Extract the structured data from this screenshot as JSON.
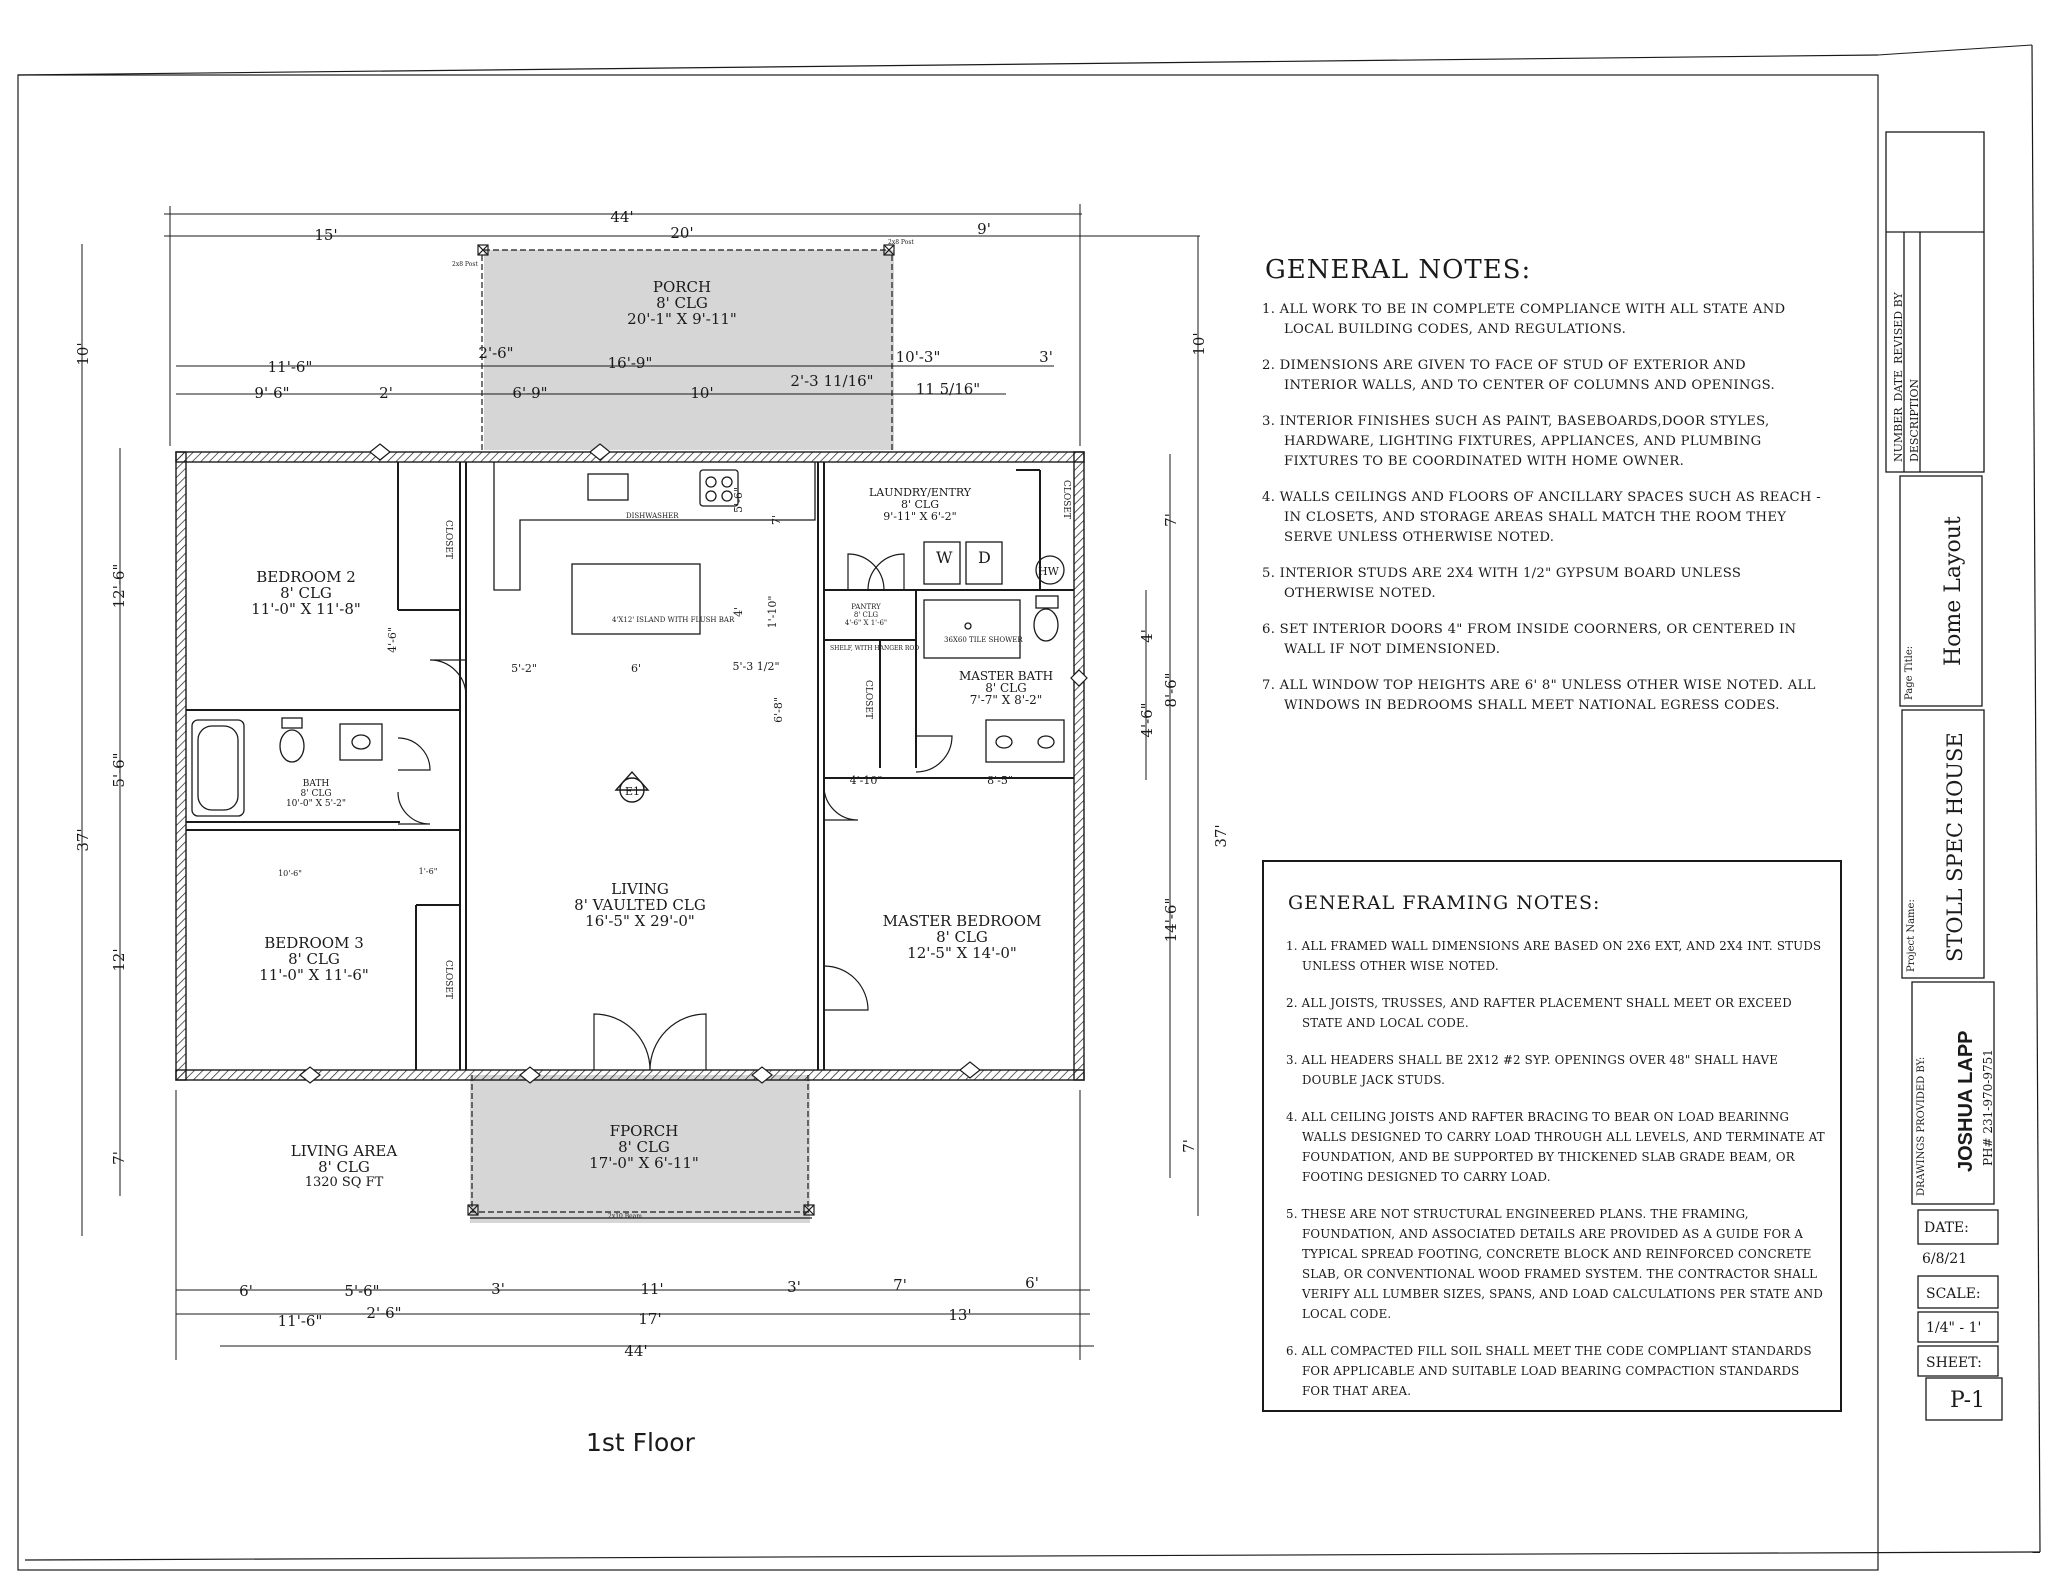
{
  "title_block": {
    "revision_headers": [
      "NUMBER",
      "DATE",
      "REVISED BY",
      "DESCRIPTION"
    ],
    "page_title_label": "Page Title:",
    "page_title": "Home Layout",
    "project_name_label": "Project Name:",
    "project_name": "STOLL SPEC HOUSE",
    "drawings_by_label": "DRAWINGS PROVIDED BY:",
    "drawings_by": "JOSHUA LAPP",
    "phone": "PH# 231-970-9751",
    "date_label": "DATE:",
    "date": "6/8/21",
    "scale_label": "SCALE:",
    "scale": "1/4\" - 1'",
    "sheet_label": "SHEET:",
    "sheet": "P-1"
  },
  "general_notes": {
    "title": "GENERAL NOTES:",
    "items": [
      "1. ALL WORK TO BE IN COMPLETE COMPLIANCE WITH ALL STATE AND LOCAL BUILDING CODES, AND REGULATIONS.",
      "2. DIMENSIONS ARE GIVEN TO FACE OF STUD OF EXTERIOR AND INTERIOR WALLS, AND TO CENTER OF COLUMNS AND OPENINGS.",
      "3. INTERIOR FINISHES SUCH AS PAINT, BASEBOARDS,DOOR STYLES, HARDWARE, LIGHTING FIXTURES, APPLIANCES, AND PLUMBING FIXTURES TO BE COORDINATED WITH HOME OWNER.",
      "4. WALLS CEILINGS AND FLOORS OF ANCILLARY SPACES SUCH AS REACH - IN CLOSETS, AND STORAGE AREAS SHALL MATCH THE ROOM THEY SERVE UNLESS OTHERWISE NOTED.",
      "5. INTERIOR STUDS ARE 2X4 WITH 1/2\" GYPSUM BOARD UNLESS OTHERWISE NOTED.",
      "6. SET INTERIOR DOORS 4\" FROM INSIDE COORNERS, OR CENTERED IN WALL IF NOT DIMENSIONED.",
      "7. ALL WINDOW TOP HEIGHTS ARE 6' 8\" UNLESS OTHER WISE NOTED. ALL WINDOWS IN BEDROOMS SHALL MEET NATIONAL EGRESS CODES."
    ]
  },
  "framing_notes": {
    "title": "GENERAL FRAMING NOTES:",
    "items": [
      "1. ALL FRAMED WALL DIMENSIONS ARE BASED ON 2X6 EXT, AND 2X4 INT. STUDS UNLESS OTHER WISE NOTED.",
      "2. ALL JOISTS, TRUSSES, AND RAFTER PLACEMENT SHALL MEET OR EXCEED STATE AND LOCAL CODE.",
      "3. ALL HEADERS SHALL BE 2X12 #2 SYP. OPENINGS OVER 48\" SHALL HAVE DOUBLE JACK STUDS.",
      "4. ALL CEILING JOISTS AND RAFTER BRACING TO BEAR ON LOAD BEARINNG WALLS DESIGNED TO CARRY LOAD THROUGH ALL LEVELS, AND TERMINATE AT FOUNDATION, AND BE SUPPORTED BY THICKENED SLAB GRADE BEAM, OR FOOTING DESIGNED TO CARRY LOAD.",
      "5. THESE ARE NOT STRUCTURAL ENGINEERED PLANS. THE FRAMING, FOUNDATION, AND ASSOCIATED DETAILS ARE PROVIDED AS A GUIDE FOR A TYPICAL SPREAD FOOTING, CONCRETE BLOCK AND REINFORCED CONCRETE SLAB, OR CONVENTIONAL WOOD FRAMED SYSTEM. THE CONTRACTOR SHALL VERIFY ALL LUMBER SIZES, SPANS, AND LOAD CALCULATIONS PER STATE AND LOCAL CODE.",
      "6. ALL COMPACTED FILL SOIL SHALL MEET THE CODE COMPLIANT STANDARDS FOR APPLICABLE AND SUITABLE LOAD BEARING COMPACTION STANDARDS FOR THAT AREA."
    ]
  },
  "floor_label": "1st Floor",
  "rooms": {
    "porch": {
      "name": "PORCH",
      "clg": "8' CLG",
      "size": "20'-1\" X 9'-11\""
    },
    "bedroom2": {
      "name": "BEDROOM 2",
      "clg": "8' CLG",
      "size": "11'-0\" X 11'-8\""
    },
    "bath": {
      "name": "BATH",
      "clg": "8' CLG",
      "size": "10'-0\" X 5'-2\""
    },
    "bedroom3": {
      "name": "BEDROOM 3",
      "clg": "8' CLG",
      "size": "11'-0\" X 11'-6\""
    },
    "living": {
      "name": "LIVING",
      "clg": "8' VAULTED CLG",
      "size": "16'-5\" X 29'-0\""
    },
    "laundry": {
      "name": "LAUNDRY/ENTRY",
      "clg": "8' CLG",
      "size": "9'-11\" X 6'-2\""
    },
    "pantry": {
      "name": "PANTRY",
      "clg": "8' CLG",
      "size": "4'-6\" X 1'-6\""
    },
    "master_bath": {
      "name": "MASTER BATH",
      "clg": "8' CLG",
      "size": "7'-7\" X 8'-2\""
    },
    "master_bedroom": {
      "name": "MASTER BEDROOM",
      "clg": "8' CLG",
      "size": "12'-5\" X 14'-0\""
    },
    "fporch": {
      "name": "FPORCH",
      "clg": "8' CLG",
      "size": "17'-0\" X 6'-11\""
    },
    "living_area": {
      "name": "LIVING AREA",
      "clg": "8' CLG",
      "size": "1320 SQ FT"
    }
  },
  "plan_labels": {
    "washer": "W",
    "dryer": "D",
    "water_heater": "HW",
    "island": "4'X12' ISLAND WITH FLUSH BAR",
    "shower": "36X60 TILE SHOWER",
    "dishwasher": "DISHWASHER",
    "shelf": "SHELF, WITH HANGER ROD",
    "closet": "CLOSET",
    "elevation_tag": "E1",
    "post_label": "2x8 Post",
    "beam_label": "2x10 Beam"
  },
  "dimensions": {
    "top": [
      "44'",
      "20'",
      "15'",
      "9'",
      "11'-6\"",
      "2'-6\"",
      "16'-9\"",
      "10'-3\"",
      "3'",
      "9'-6\"",
      "2'",
      "6'-9\"",
      "10'",
      "2'-3 11/16\"",
      "11 5/16\""
    ],
    "bottom": [
      "6'",
      "5'-6\"",
      "3'",
      "11'",
      "3'",
      "7'",
      "6'",
      "11'-6\"",
      "2'-6\"",
      "17'",
      "13'",
      "44'"
    ],
    "left": [
      "10'",
      "12'-6\"",
      "5'-6\"",
      "37'",
      "12'",
      "7'"
    ],
    "right": [
      "10'",
      "7'",
      "4'",
      "8'-6\"",
      "4'-6\"",
      "37'",
      "14'-6\"",
      "7'"
    ],
    "interior": [
      "5'-2\"",
      "6'",
      "5'-3 1/2\"",
      "4'-10\"",
      "8'-5\"",
      "10'-6\"",
      "1'-6\"",
      "4'-6\"",
      "4'",
      "1'-10\"",
      "6'-8\"",
      "5'-6\"",
      "7'"
    ]
  },
  "colors": {
    "ink": "#1a1a1a",
    "porch_fill": "#d6d6d6",
    "paper": "#ffffff"
  }
}
